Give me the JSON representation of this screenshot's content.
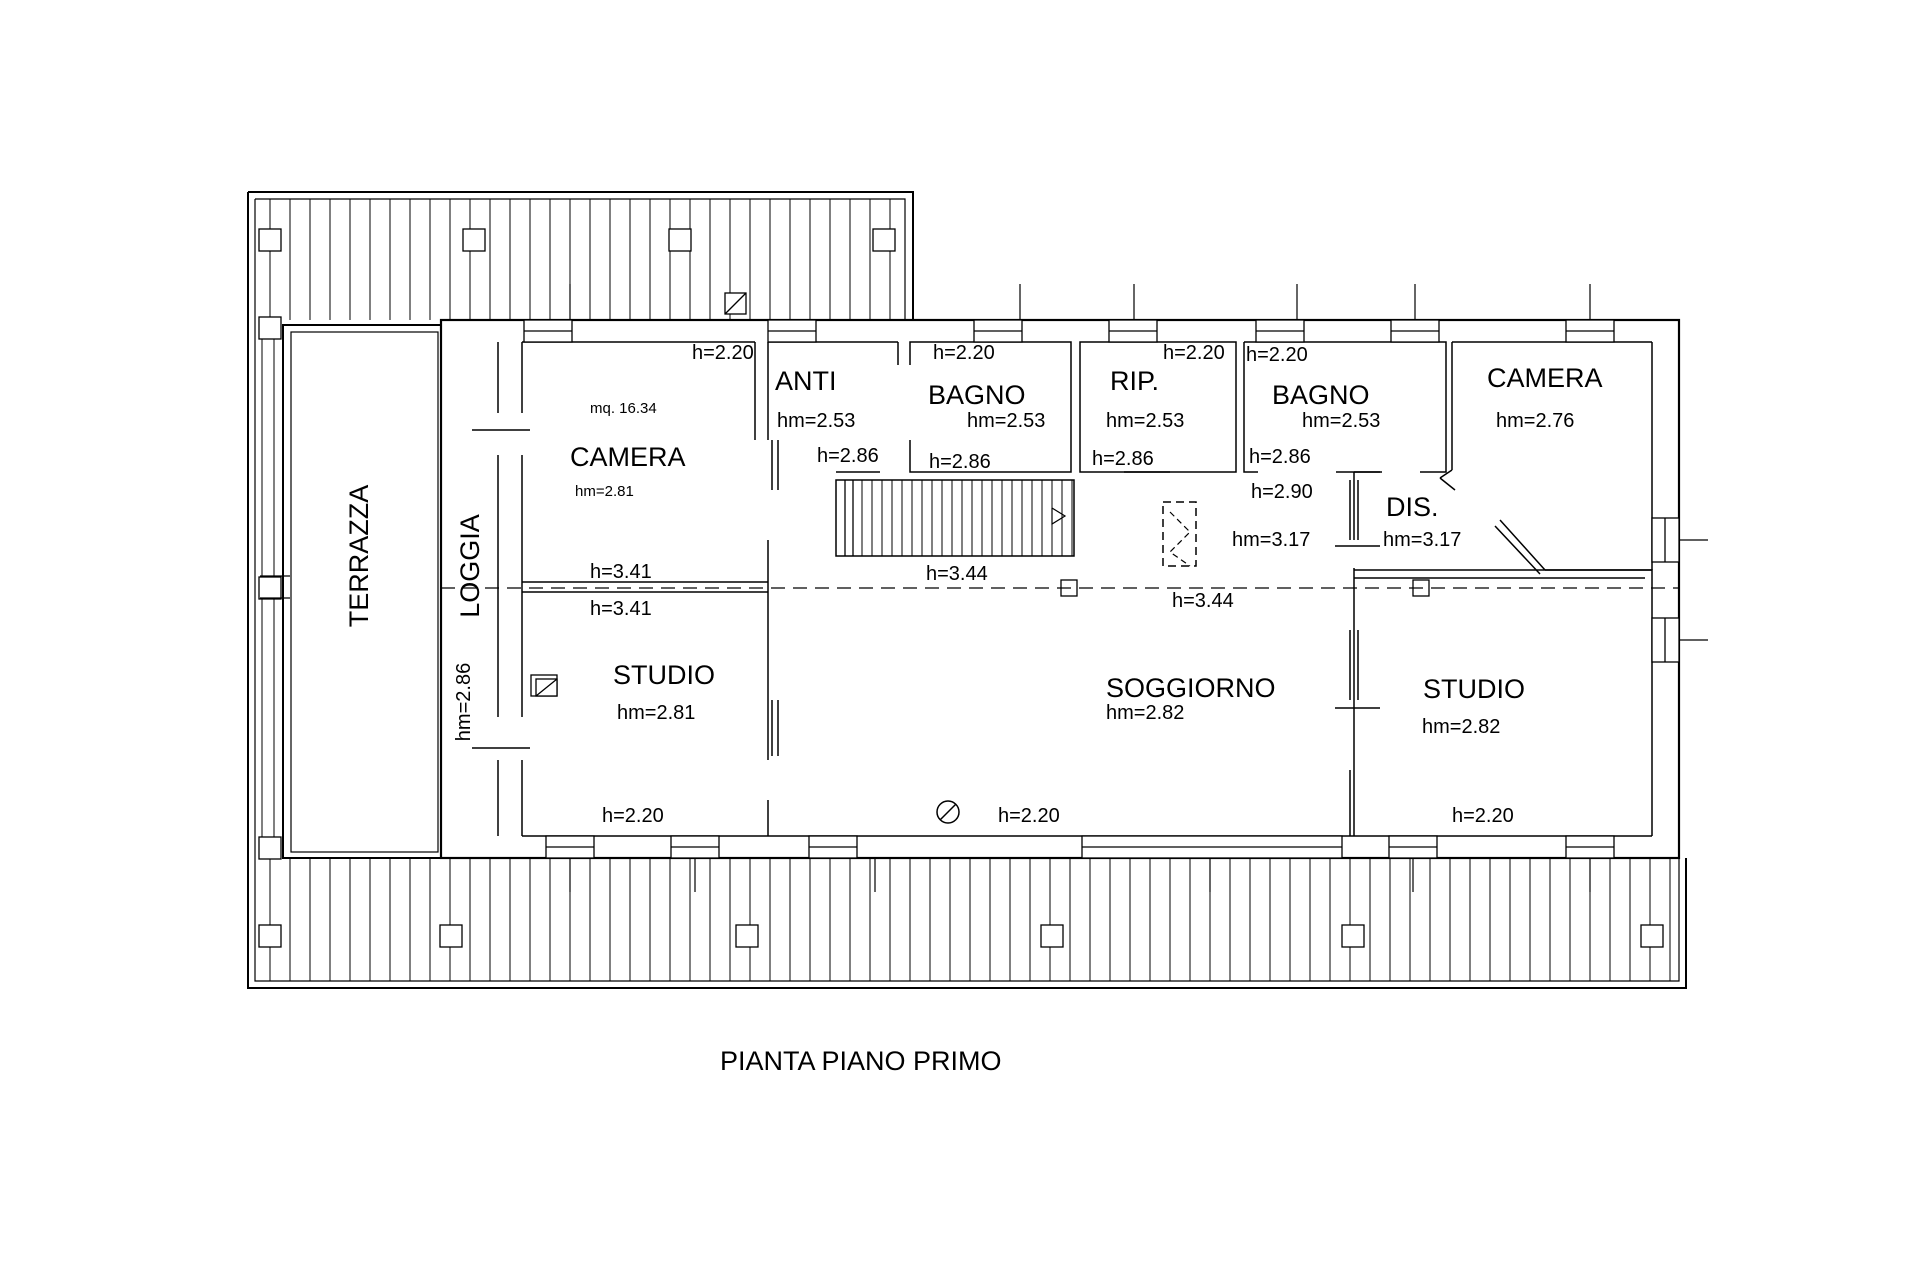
{
  "plan_title": "PIANTA PIANO PRIMO",
  "rooms": {
    "terrazza": "TERRAZZA",
    "loggia": "LOGGIA",
    "camera_left": "CAMERA",
    "studio_left": "STUDIO",
    "anti": "ANTI",
    "bagno_1": "BAGNO",
    "rip": "RIP.",
    "bagno_2": "BAGNO",
    "camera_right": "CAMERA",
    "dis": "DIS.",
    "soggiorno": "SOGGIORNO",
    "studio_right": "STUDIO"
  },
  "area_label": "mq. 16.34",
  "heights": {
    "h220_camera_top": "h=2.20",
    "h220_bagno1_top": "h=2.20",
    "h220_rip_top": "h=2.20",
    "h220_bagno2_top": "h=2.20",
    "hm253_anti": "hm=2.53",
    "hm253_bagno1": "hm=2.53",
    "hm253_rip": "hm=2.53",
    "hm253_bagno2": "hm=2.53",
    "hm276_camera_right": "hm=2.76",
    "hm281_camera_left": "hm=2.81",
    "h286_anti": "h=2.86",
    "h286_bagno1": "h=2.86",
    "h286_rip": "h=2.86",
    "h286_bagno2": "h=2.86",
    "h290_dis": "h=2.90",
    "hm317_left": "hm=3.17",
    "hm317_dis": "hm=3.17",
    "h341_camera": "h=3.41",
    "h341_studio": "h=3.41",
    "h344_stair": "h=3.44",
    "h344_soggiorno": "h=3.44",
    "hm286_loggia": "hm=2.86",
    "hm281_studio_left": "hm=2.81",
    "hm282_soggiorno": "hm=2.82",
    "hm282_studio_right": "hm=2.82",
    "h220_studio_left_bottom": "h=2.20",
    "h220_soggiorno_bottom": "h=2.20",
    "h220_studio_right_bottom": "h=2.20"
  }
}
